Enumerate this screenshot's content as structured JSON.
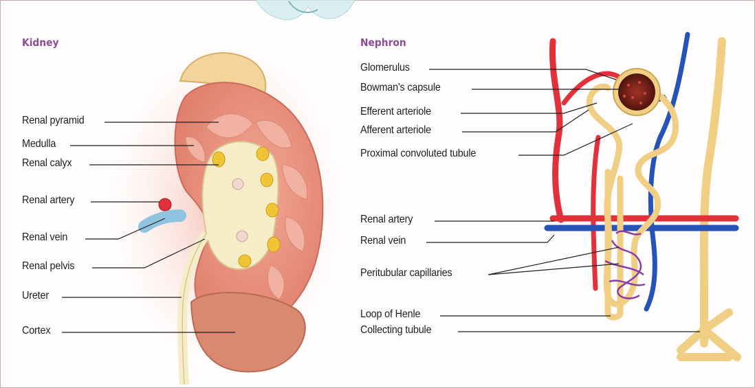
{
  "kidney": {
    "heading": "Kidney",
    "labels": {
      "renal_pyramid": "Renal pyramid",
      "medulla": "Medulla",
      "renal_calyx": "Renal calyx",
      "renal_artery": "Renal artery",
      "renal_vein": "Renal vein",
      "renal_pelvis": "Renal pelvis",
      "ureter": "Ureter",
      "cortex": "Cortex"
    }
  },
  "nephron": {
    "heading": "Nephron",
    "labels": {
      "glomerulus": "Glomerulus",
      "bowmans_capsule": "Bowman's capsule",
      "efferent_arteriole": "Efferent arteriole",
      "afferent_arteriole": "Afferent arteriole",
      "proximal_convoluted_tubule": "Proximal convoluted tubule",
      "renal_artery": "Renal artery",
      "renal_vein": "Renal vein",
      "peritubular_capillaries": "Peritubular capillaries",
      "loop_of_henle": "Loop of Henle",
      "collecting_tubule": "Collecting tubule"
    }
  },
  "colors": {
    "heading": "#8a4c93",
    "artery": "#e2313a",
    "vein": "#2553b8",
    "tubule": "#f0cf84",
    "kidney_cortex": "#e98f7f",
    "kidney_pelvis": "#f6edc8",
    "calyx": "#f0c435"
  }
}
